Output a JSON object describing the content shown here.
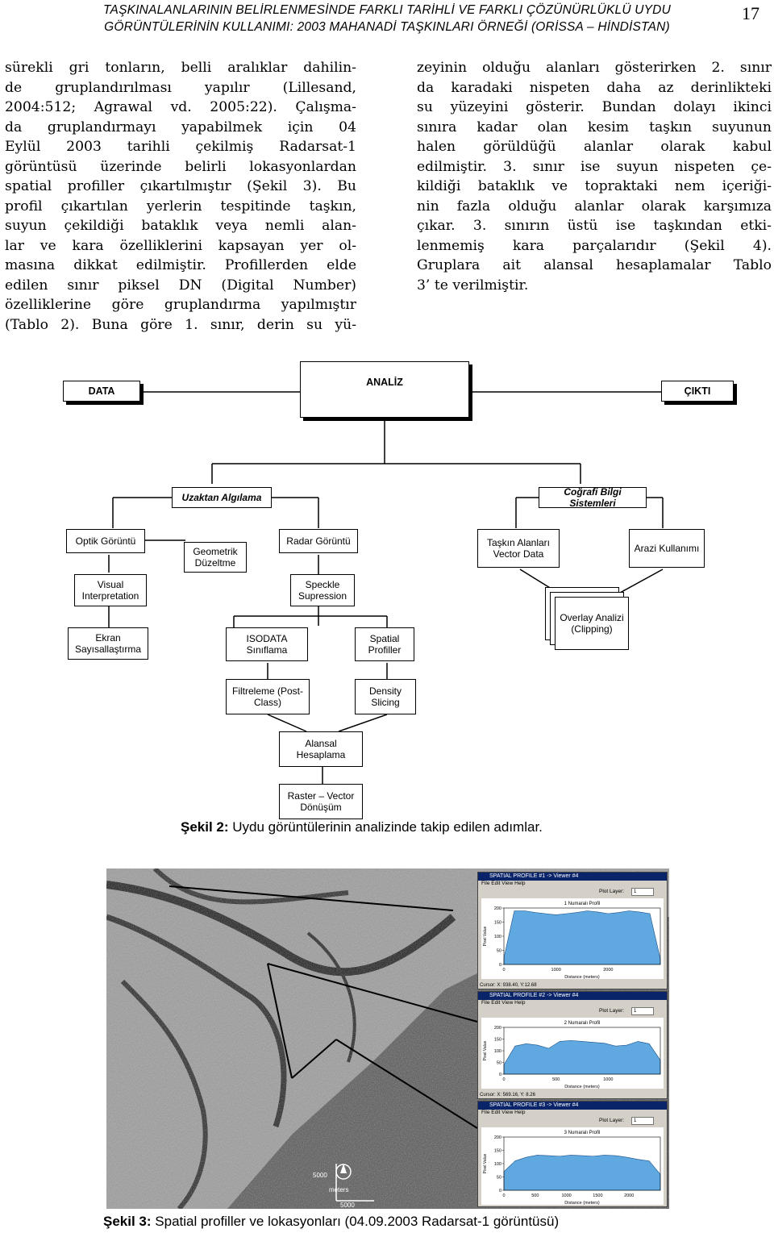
{
  "header": {
    "line1": "TAŞKINALANLARININ BELİRLENMESİNDE FARKLI TARİHLİ VE FARKLI ÇÖZÜNÜRLÜKLÜ UYDU",
    "line2": "GÖRÜNTÜLERİNİN KULLANIMI: 2003 MAHANADİ TAŞKINLARI ÖRNEĞİ (ORİSSA – HİNDİSTAN)",
    "page_number": "17"
  },
  "left_column": [
    "sürekli gri tonların, belli aralıklar dahilin-",
    "de gruplandırılması yapılır (Lillesand,",
    "2004:512; Agrawal vd. 2005:22). Çalışma-",
    "da gruplandırmayı yapabilmek için 04",
    "Eylül 2003 tarihli çekilmiş Radarsat-1",
    "görüntüsü üzerinde belirli lokasyonlardan",
    "spatial profiller çıkartılmıştır (Şekil 3). Bu",
    "profil çıkartılan yerlerin tespitinde taşkın,",
    "suyun çekildiği bataklık veya nemli alan-",
    "lar ve kara özelliklerini kapsayan yer ol-",
    "masına dikkat edilmiştir. Profillerden elde",
    "edilen sınır piksel DN (Digital Number)",
    "özelliklerine göre gruplandırma yapılmıştır",
    "(Tablo 2). Buna göre 1. sınır, derin su yü-"
  ],
  "right_column": [
    "zeyinin olduğu alanları gösterirken 2. sınır",
    "da karadaki nispeten daha az derinlikteki",
    "su yüzeyini gösterir. Bundan dolayı ikinci",
    "sınıra kadar olan kesim taşkın suyunun",
    "halen görüldüğü alanlar olarak kabul",
    "edilmiştir. 3. sınır ise suyun nispeten çe-",
    "kildiği bataklık ve topraktaki nem içeriği-",
    "nin fazla olduğu alanlar olarak karşımıza",
    "çıkar. 3. sınırın üstü ise taşkından etki-",
    "lenmemiş kara parçalarıdır (Şekil 4).",
    "Gruplara ait alansal hesaplamalar Tablo",
    "3’ te verilmiştir."
  ],
  "diagram": {
    "data": "DATA",
    "analiz": "ANALİZ",
    "cikti": "ÇIKTI",
    "uzaktan": "Uzaktan Algılama",
    "cbs": "Coğrafi Bilgi Sistemleri",
    "optik": "Optik Görüntü",
    "radar": "Radar Görüntü",
    "geometrik": "Geometrik Düzeltme",
    "visual": "Visual Interpretation",
    "speckle": "Speckle Supression",
    "ekran": "Ekran Sayısallaştırma",
    "isodata": "ISODATA Sınıflama",
    "spatial": "Spatial Profiller",
    "filtreleme": "Filtreleme (Post-Class)",
    "density": "Density Slicing",
    "alansal": "Alansal Hesaplama",
    "raster": "Raster – Vector Dönüşüm",
    "taskin": "Taşkın Alanları Vector Data",
    "arazi": "Arazi Kullanımı",
    "overlay": "Overlay Analizi (Clipping)"
  },
  "caption2": {
    "label": "Şekil 2:",
    "text": " Uydu görüntülerinin analizinde takip edilen adımlar."
  },
  "caption3": {
    "label": "Şekil 3:",
    "text": " Spatial profiller ve lokasyonları (04.09.2003 Radarsat-1 görüntüsü)"
  },
  "profiles": [
    {
      "title": "SPATIAL PROFILE #1 -> Viewer #4",
      "plot_title": "1 Numaralı Profil",
      "status": "Cursor: X: 938.40, Y:12.68",
      "xticks": [
        "0",
        "1000",
        "2000"
      ]
    },
    {
      "title": "SPATIAL PROFILE #2 -> Viewer #4",
      "plot_title": "2 Numaralı Profil",
      "status": "Cursor: X: 569.16, Y: 8.26",
      "xticks": [
        "0",
        "500",
        "1000"
      ]
    },
    {
      "title": "SPATIAL PROFILE #3 -> Viewer #4",
      "plot_title": "3 Numaralı Profil",
      "status": "",
      "xticks": [
        "0",
        "500",
        "1000",
        "1500",
        "2000"
      ]
    }
  ],
  "profile_common": {
    "menu": "File  Edit  View  Help",
    "plot_layer": "Plot Layer:",
    "layer_value": "1",
    "ylabel": "Pixel Value",
    "xlabel": "Distance (meters)",
    "yticks": [
      "0",
      "50",
      "100",
      "150",
      "200"
    ]
  },
  "scale": {
    "label_top": "5000",
    "label_bottom": "5000",
    "unit": "meters"
  },
  "colors": {
    "profile_fill": "#5fa8e0"
  }
}
